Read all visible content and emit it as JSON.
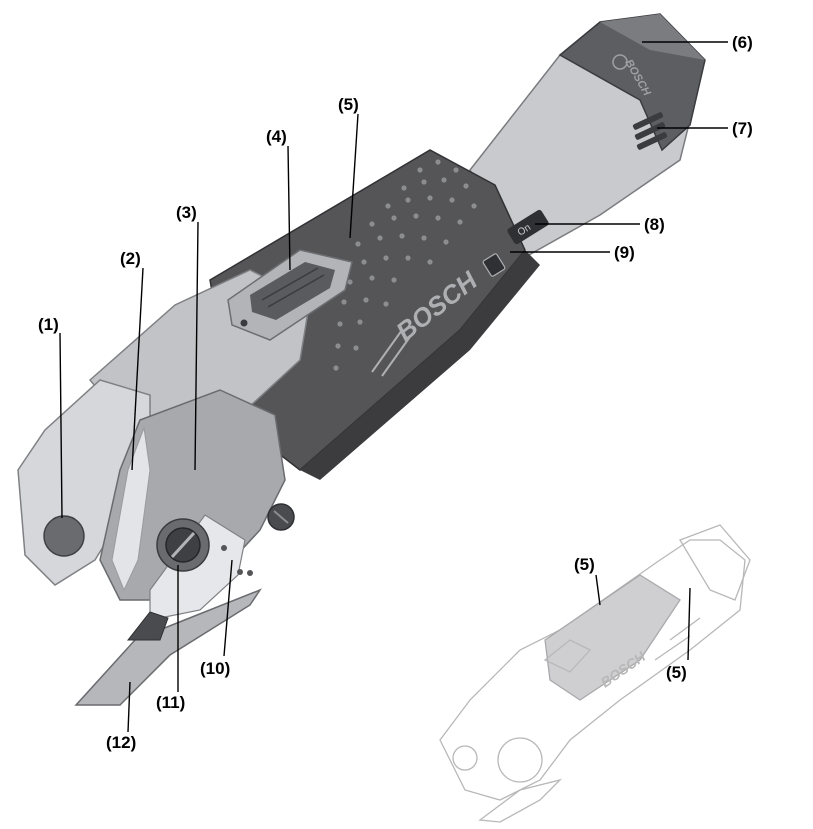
{
  "figure": {
    "brand_text": "BOSCH",
    "switch_text": "On",
    "colors": {
      "grip": "#555558",
      "grip_dark": "#3c3c3f",
      "housing": "#b9babd",
      "housing_light": "#dcdde0",
      "housing_dark": "#8d8e92",
      "battery": "#5d5e62",
      "dots": "#9a9b9f",
      "ghost_stroke": "#b8b8b8",
      "ghost_grip": "#cfcfd1",
      "label": "#000000"
    }
  },
  "callouts": {
    "c1": "(1)",
    "c2": "(2)",
    "c3": "(3)",
    "c4": "(4)",
    "c5": "(5)",
    "c6": "(6)",
    "c7": "(7)",
    "c8": "(8)",
    "c9": "(9)",
    "c10": "(10)",
    "c11": "(11)",
    "c12": "(12)"
  },
  "inset_callouts": {
    "top": "(5)",
    "bottom": "(5)"
  }
}
